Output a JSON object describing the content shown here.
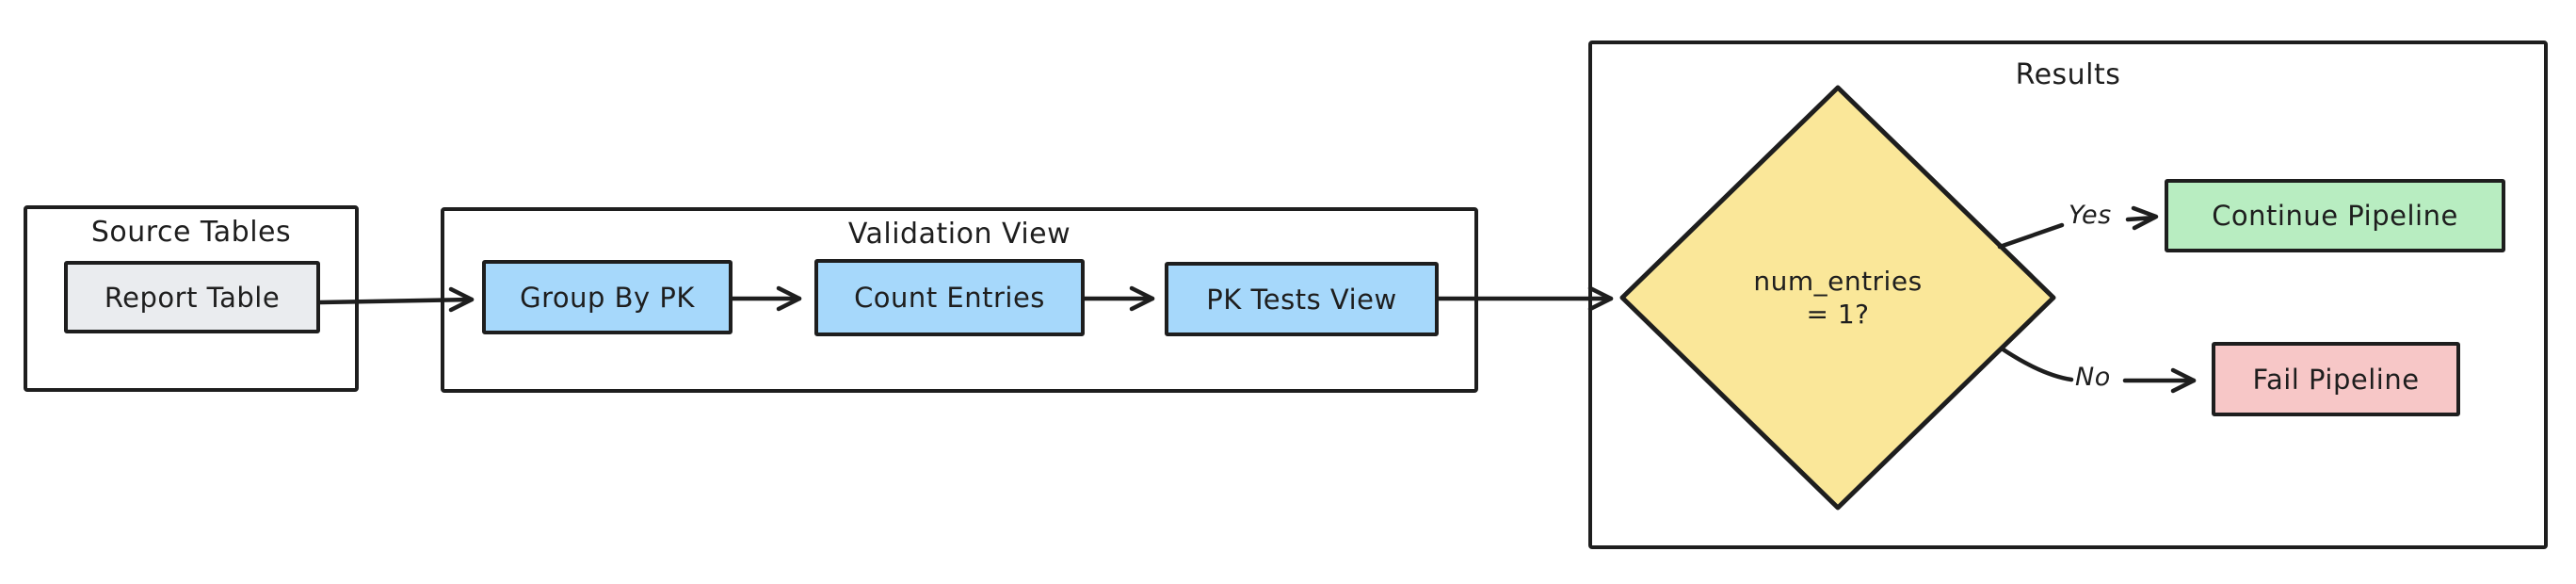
{
  "diagram": {
    "background": "#ffffff",
    "stroke_color": "#1e1e1e"
  },
  "containers": {
    "source": {
      "title": "Source Tables"
    },
    "validation": {
      "title": "Validation View"
    },
    "results": {
      "title": "Results"
    }
  },
  "nodes": {
    "report_table": {
      "label": "Report Table",
      "fill": "#eaecef"
    },
    "group_by_pk": {
      "label": "Group By PK",
      "fill": "#a6d8fb"
    },
    "count_entries": {
      "label": "Count Entries",
      "fill": "#a6d8fb"
    },
    "pk_tests_view": {
      "label": "PK Tests View",
      "fill": "#a6d8fb"
    },
    "decision": {
      "line1": "num_entries",
      "line2": "= 1?",
      "fill": "#fae799"
    },
    "continue_pipeline": {
      "label": "Continue Pipeline",
      "fill": "#b8edc1"
    },
    "fail_pipeline": {
      "label": "Fail Pipeline",
      "fill": "#f7c7c7"
    }
  },
  "edges": {
    "yes": {
      "label": "Yes"
    },
    "no": {
      "label": "No"
    },
    "flow": [
      {
        "from": "Report Table",
        "to": "Group By PK"
      },
      {
        "from": "Group By PK",
        "to": "Count Entries"
      },
      {
        "from": "Count Entries",
        "to": "PK Tests View"
      },
      {
        "from": "PK Tests View",
        "to": "num_entries = 1?"
      },
      {
        "from": "num_entries = 1?",
        "to": "Continue Pipeline",
        "label": "Yes"
      },
      {
        "from": "num_entries = 1?",
        "to": "Fail Pipeline",
        "label": "No"
      }
    ]
  }
}
